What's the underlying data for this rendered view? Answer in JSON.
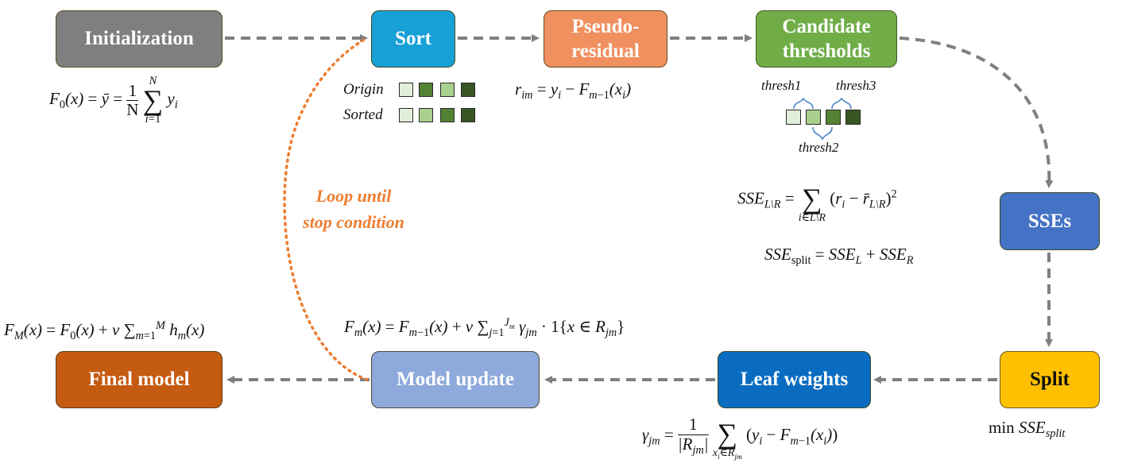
{
  "nodes": {
    "initialization": "Initialization",
    "sort": "Sort",
    "pseudo_residual": "Pseudo-\nresidual",
    "candidate_thresholds": "Candidate\nthresholds",
    "sses": "SSEs",
    "split": "Split",
    "leaf_weights": "Leaf weights",
    "model_update": "Model update",
    "final_model": "Final model"
  },
  "loop_label": "Loop until\nstop condition",
  "sort_rows": {
    "origin": "Origin",
    "sorted": "Sorted"
  },
  "thresholds": {
    "t1": "thresh1",
    "t2": "thresh2",
    "t3": "thresh3"
  },
  "formula_text": {
    "split_min": "min",
    "split_sub": "split",
    "sse_split_sub": "split"
  },
  "colors": {
    "initialization": "#7F7F7F",
    "sort": "#17A0D6",
    "pseudo_residual": "#F0905F",
    "candidate_thresholds": "#70AD47",
    "sses": "#4472C4",
    "split": "#FFC000",
    "leaf_weights": "#0A6CC0",
    "model_update": "#8EA9DB",
    "final_model": "#C55A11",
    "loop": "#ED7D31",
    "arrow": "#7F7F7F",
    "square_shades": [
      "#E2EFDA",
      "#A9D08E",
      "#548235",
      "#375623"
    ]
  }
}
